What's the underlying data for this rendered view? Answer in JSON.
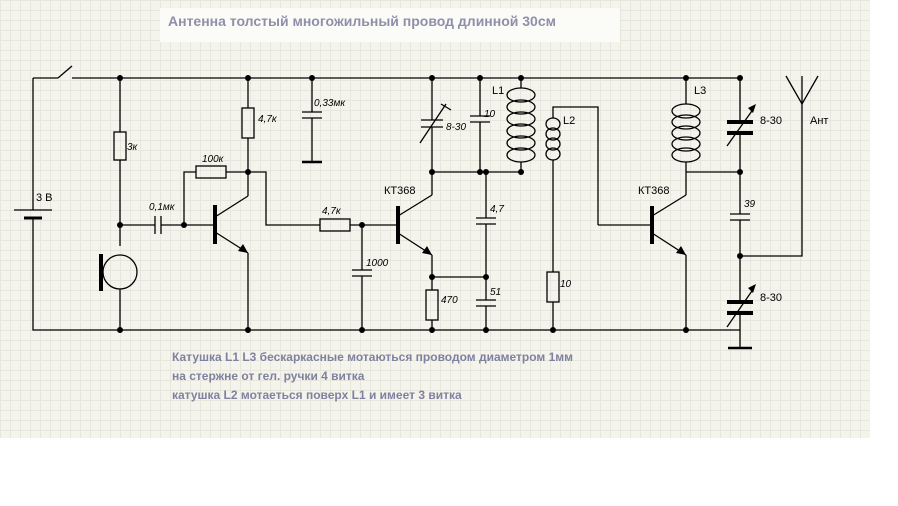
{
  "title": "Антенна толстый многожильный провод длинной 30см",
  "notes": [
    "Катушка L1 L3 бескаркасные мотаються проводом диаметром 1мм",
    "на стержне от гел. ручки 4 витка",
    "катушка L2 мотаеться поверх L1 и имеет 3 витка"
  ],
  "components": {
    "battery": "3 В",
    "r_3k": "3к",
    "r_4k7_top": "4,7к",
    "r_100k": "100к",
    "c_01": "0,1мк",
    "c_033": "0,33мк",
    "r_4k7_mid": "4,7к",
    "c_1000": "1000",
    "t1": "КТ368",
    "c_trim1": "8-30",
    "c_10": "10",
    "l1": "L1",
    "l2": "L2",
    "c_47": "4,7",
    "c_51": "51",
    "r_470": "470",
    "r_10": "10",
    "t2": "КТ368",
    "l3": "L3",
    "c_trim2": "8-30",
    "c_39": "39",
    "c_trim3": "8-30",
    "antenna": "Ант"
  },
  "colors": {
    "wire": "#000000",
    "node": "#000000",
    "title": "#8f8faa",
    "notes": "#8080a0"
  }
}
